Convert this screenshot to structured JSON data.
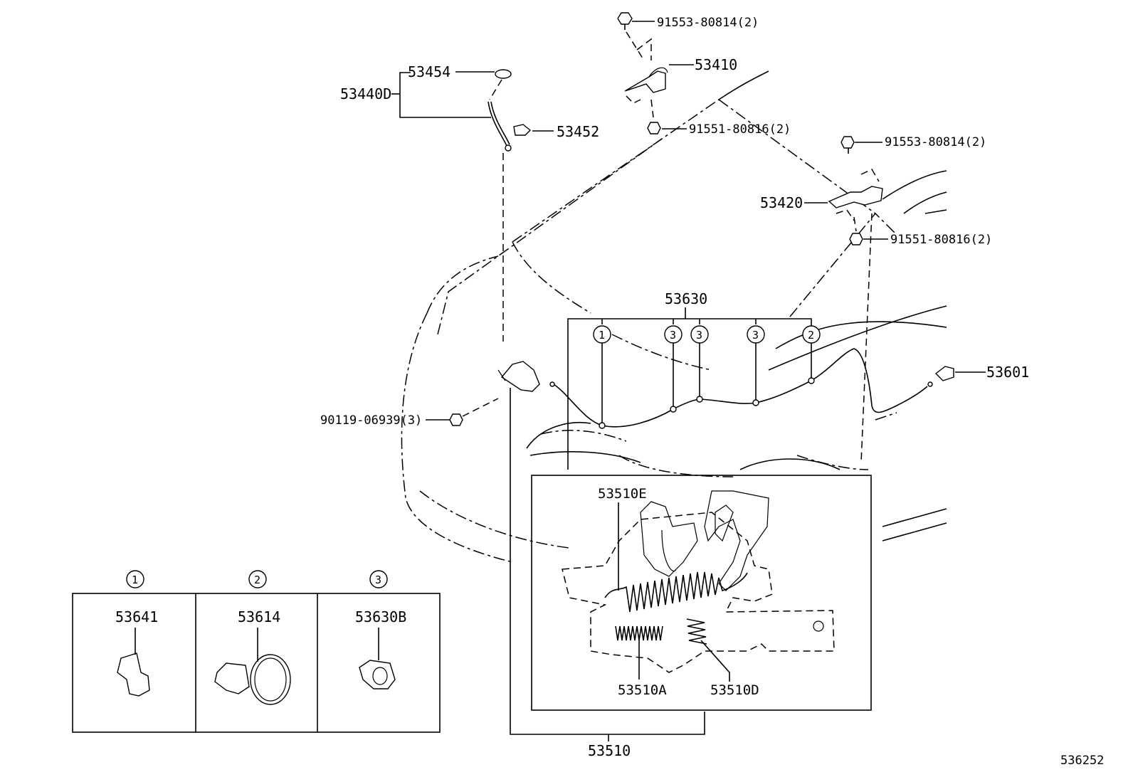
{
  "diagram": {
    "labels": {
      "p53454": "53454",
      "p53440d": "53440D",
      "p53452": "53452",
      "p91553_top": "91553-80814(2)",
      "p53410": "53410",
      "p91551_top": "91551-80816(2)",
      "p91553_right": "91553-80814(2)",
      "p53420": "53420",
      "p91551_right": "91551-80816(2)",
      "p53630": "53630",
      "p53601": "53601",
      "p90119": "90119-06939(3)",
      "p53510e": "53510E",
      "p53510a": "53510A",
      "p53510d": "53510D",
      "p53510": "53510",
      "p53641": "53641",
      "p53614": "53614",
      "p53630b": "53630B",
      "ref_code": "536252"
    },
    "callouts": {
      "c1": "1",
      "c2": "2",
      "c3": "3"
    },
    "legend": {
      "col1_marker": "1",
      "col2_marker": "2",
      "col3_marker": "3"
    }
  }
}
